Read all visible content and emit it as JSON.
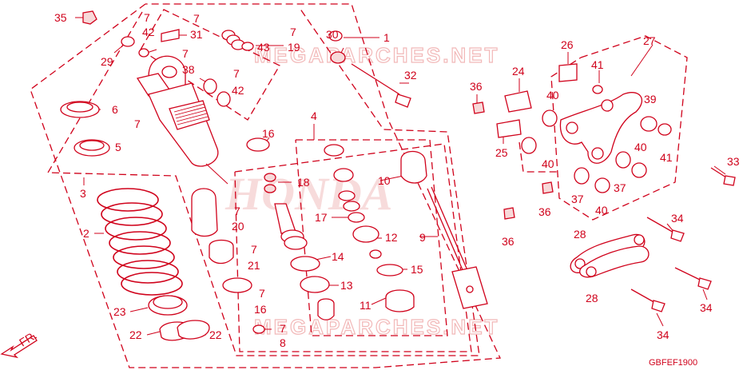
{
  "diagram": {
    "code": "GBFEF1900",
    "watermark_top": "MEGAPARCHES.NET",
    "watermark_bottom": "MEGAPARCHES.NET",
    "brand_watermark": "HONDA",
    "direction_label": "FR."
  },
  "callouts": [
    {
      "id": "c35a",
      "text": "35"
    },
    {
      "id": "c29",
      "text": "29"
    },
    {
      "id": "c7a",
      "text": "7"
    },
    {
      "id": "c42a",
      "text": "42"
    },
    {
      "id": "c7b",
      "text": "7"
    },
    {
      "id": "c31",
      "text": "31"
    },
    {
      "id": "c7c",
      "text": "7"
    },
    {
      "id": "c19",
      "text": "19"
    },
    {
      "id": "c43",
      "text": "43"
    },
    {
      "id": "c30",
      "text": "30"
    },
    {
      "id": "c1",
      "text": "1"
    },
    {
      "id": "c7d",
      "text": "7"
    },
    {
      "id": "c38",
      "text": "38"
    },
    {
      "id": "c7e",
      "text": "7"
    },
    {
      "id": "c42b",
      "text": "42"
    },
    {
      "id": "c32",
      "text": "32"
    },
    {
      "id": "c6",
      "text": "6"
    },
    {
      "id": "c7f",
      "text": "7"
    },
    {
      "id": "c5",
      "text": "5"
    },
    {
      "id": "c16a",
      "text": "16"
    },
    {
      "id": "c4",
      "text": "4"
    },
    {
      "id": "c3",
      "text": "3"
    },
    {
      "id": "c18",
      "text": "18"
    },
    {
      "id": "c10",
      "text": "10"
    },
    {
      "id": "c7g",
      "text": "7"
    },
    {
      "id": "c20",
      "text": "20"
    },
    {
      "id": "c17",
      "text": "17"
    },
    {
      "id": "c2",
      "text": "2"
    },
    {
      "id": "c12",
      "text": "12"
    },
    {
      "id": "c9",
      "text": "9"
    },
    {
      "id": "c7h",
      "text": "7"
    },
    {
      "id": "c21",
      "text": "21"
    },
    {
      "id": "c14",
      "text": "14"
    },
    {
      "id": "c15",
      "text": "15"
    },
    {
      "id": "c13",
      "text": "13"
    },
    {
      "id": "c7i",
      "text": "7"
    },
    {
      "id": "c16b",
      "text": "16"
    },
    {
      "id": "c23",
      "text": "23"
    },
    {
      "id": "c11",
      "text": "11"
    },
    {
      "id": "c7j",
      "text": "7"
    },
    {
      "id": "c8",
      "text": "8"
    },
    {
      "id": "c22a",
      "text": "22"
    },
    {
      "id": "c22b",
      "text": "22"
    },
    {
      "id": "c36a",
      "text": "36"
    },
    {
      "id": "c24",
      "text": "24"
    },
    {
      "id": "c26",
      "text": "26"
    },
    {
      "id": "c27",
      "text": "27"
    },
    {
      "id": "c41a",
      "text": "41"
    },
    {
      "id": "c40a",
      "text": "40"
    },
    {
      "id": "c39",
      "text": "39"
    },
    {
      "id": "c25",
      "text": "25"
    },
    {
      "id": "c40b",
      "text": "40"
    },
    {
      "id": "c40c",
      "text": "40"
    },
    {
      "id": "c41b",
      "text": "41"
    },
    {
      "id": "c33",
      "text": "33"
    },
    {
      "id": "c37a",
      "text": "37"
    },
    {
      "id": "c37b",
      "text": "37"
    },
    {
      "id": "c36b",
      "text": "36"
    },
    {
      "id": "c40d",
      "text": "40"
    },
    {
      "id": "c34a",
      "text": "34"
    },
    {
      "id": "c36c",
      "text": "36"
    },
    {
      "id": "c28a",
      "text": "28"
    },
    {
      "id": "c28b",
      "text": "28"
    },
    {
      "id": "c34b",
      "text": "34"
    },
    {
      "id": "c34c",
      "text": "34"
    }
  ],
  "colors": {
    "ink": "#d0021b",
    "watermark": "#f2b8b8",
    "brand": "#f6d3d3"
  }
}
